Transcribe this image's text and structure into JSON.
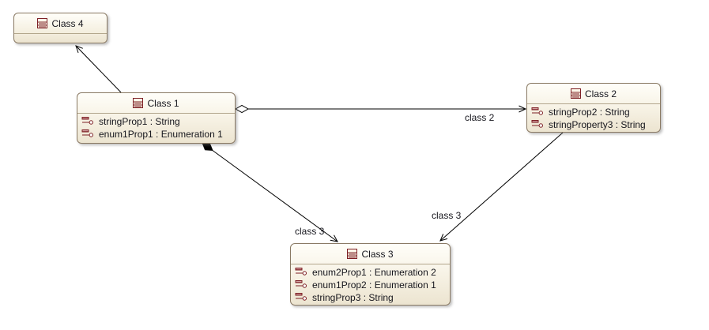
{
  "diagram": {
    "classes": [
      {
        "name": "Class 4",
        "attributes": []
      },
      {
        "name": "Class 1",
        "attributes": [
          "stringProp1 : String",
          "enum1Prop1 : Enumeration 1"
        ]
      },
      {
        "name": "Class 2",
        "attributes": [
          "stringProp2 : String",
          "stringProperty3 : String"
        ]
      },
      {
        "name": "Class 3",
        "attributes": [
          "enum2Prop1 : Enumeration 2",
          "enum1Prop2 : Enumeration 1",
          "stringProp3 : String"
        ]
      }
    ],
    "edges": [
      {
        "from": "Class 1",
        "to": "Class 4",
        "label": "",
        "end_marker": "open-arrow"
      },
      {
        "from": "Class 1",
        "to": "Class 2",
        "label": "class 2",
        "start_marker": "hollow-diamond",
        "end_marker": "open-arrow"
      },
      {
        "from": "Class 1",
        "to": "Class 3",
        "label": "class 3",
        "start_marker": "filled-diamond",
        "end_marker": "open-arrow"
      },
      {
        "from": "Class 2",
        "to": "Class 3",
        "label": "class 3",
        "end_marker": "open-arrow"
      }
    ],
    "colors": {
      "node_border": "#8a7a64",
      "node_fill_top": "#fffef9",
      "node_fill_bottom": "#ece4d0",
      "icon_maroon": "#7d1f24",
      "edge_line": "#000000",
      "text": "#16161d",
      "canvas_bg": "#ffffff"
    }
  }
}
